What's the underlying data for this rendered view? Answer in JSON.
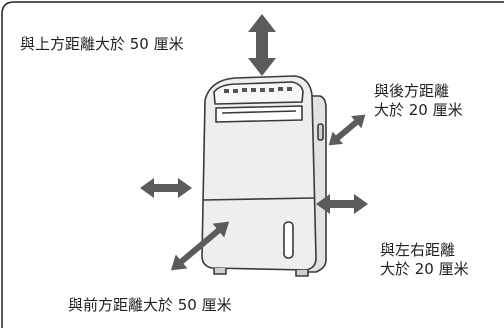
{
  "labels": {
    "top": "與上方距離大於 50 厘米",
    "back_line1": "與後方距離",
    "back_line2": "大於 20 厘米",
    "sides_line1": "與左右距離",
    "sides_line2": "大於 20 厘米",
    "front": "與前方距離大於 50 厘米"
  },
  "colors": {
    "frame": "#231f20",
    "device_fill": "#eeeeee",
    "device_stroke": "#3a3a3a",
    "arrow": "#5b5b5b"
  },
  "icons": [
    "dehumidifier-illustration",
    "double-arrow-icon"
  ]
}
